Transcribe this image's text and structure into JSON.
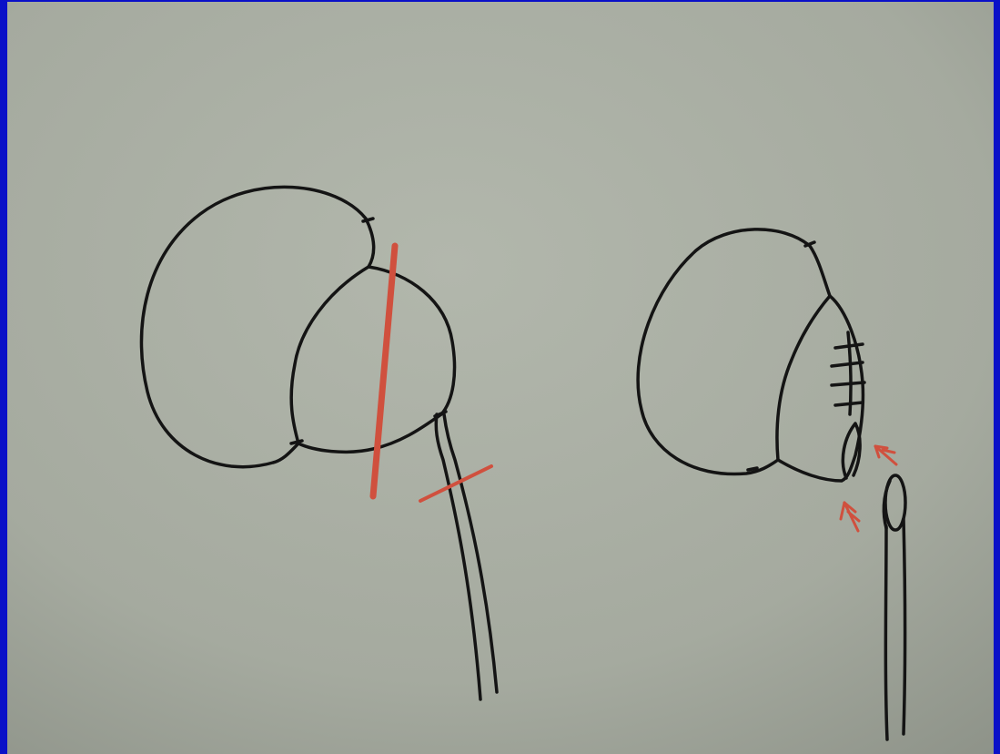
{
  "slide": {
    "border_color": "#0a10c8",
    "paper_color": "#a6aba0",
    "ink_color": "#141414",
    "marker_color": "#d0503e"
  },
  "drawings": [
    {
      "id": "left-figure",
      "parts": [
        "kidney-upper-pole",
        "kidney-lower-pole",
        "ureter",
        "resection-line",
        "ureter-cut-mark"
      ]
    },
    {
      "id": "right-figure",
      "parts": [
        "kidney-upper-pole",
        "kidney-lower-pole",
        "suture-line",
        "ureter-stump",
        "arrow-upper",
        "arrow-lower"
      ]
    }
  ]
}
